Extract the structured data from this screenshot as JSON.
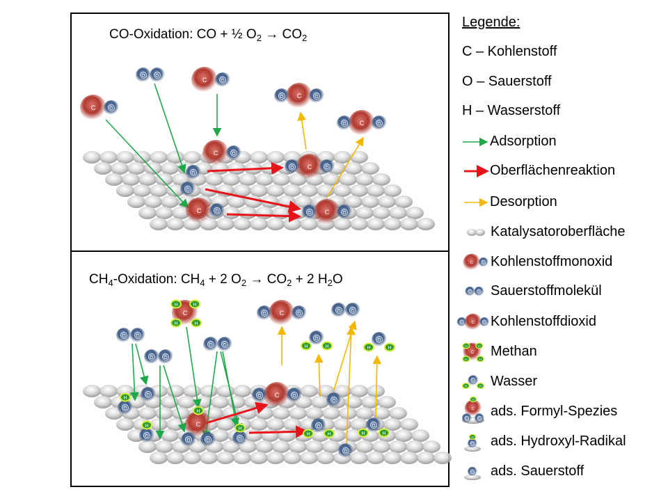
{
  "panels": {
    "co": {
      "title": [
        "CO-Oxidation: CO +  ½ O",
        "2",
        " → CO",
        "2"
      ]
    },
    "ch4": {
      "title": [
        "CH",
        "4",
        "-Oxidation: CH",
        "4",
        " +  2 O",
        "2",
        " → CO",
        "2",
        " + 2 H",
        "2",
        "O"
      ]
    }
  },
  "atom_labels": {
    "C": "C",
    "O": "O",
    "H": "H"
  },
  "legend": {
    "heading": "Legende:",
    "items": [
      {
        "label": "C – Kohlenstoff",
        "icon": "none"
      },
      {
        "label": "O – Sauerstoff",
        "icon": "none"
      },
      {
        "label": "H – Wasserstoff",
        "icon": "none"
      },
      {
        "label": "Adsorption",
        "icon": "arrow-green"
      },
      {
        "label": "Oberflächenreaktion",
        "icon": "arrow-red"
      },
      {
        "label": "Desorption",
        "icon": "arrow-yellow"
      },
      {
        "label": "Katalysatoroberfläche",
        "icon": "surface"
      },
      {
        "label": "Kohlenstoffmonoxid",
        "icon": "co"
      },
      {
        "label": "Sauerstoffmolekül",
        "icon": "o2"
      },
      {
        "label": "Kohlenstoffdioxid",
        "icon": "co2"
      },
      {
        "label": "Methan",
        "icon": "ch4"
      },
      {
        "label": "Wasser",
        "icon": "h2o"
      },
      {
        "label": "ads. Formyl-Spezies",
        "icon": "formyl"
      },
      {
        "label": "ads. Hydroxyl-Radikal",
        "icon": "hydroxyl"
      },
      {
        "label": "ads. Sauerstoff",
        "icon": "ads-o"
      }
    ]
  },
  "colors": {
    "adsorption": "#1fa84a",
    "reaction": "#e8141c",
    "desorption": "#f5b800",
    "carbon": "#b0392f",
    "oxygen": "#3d5a85",
    "hydrogen": "#2e9c2e"
  }
}
